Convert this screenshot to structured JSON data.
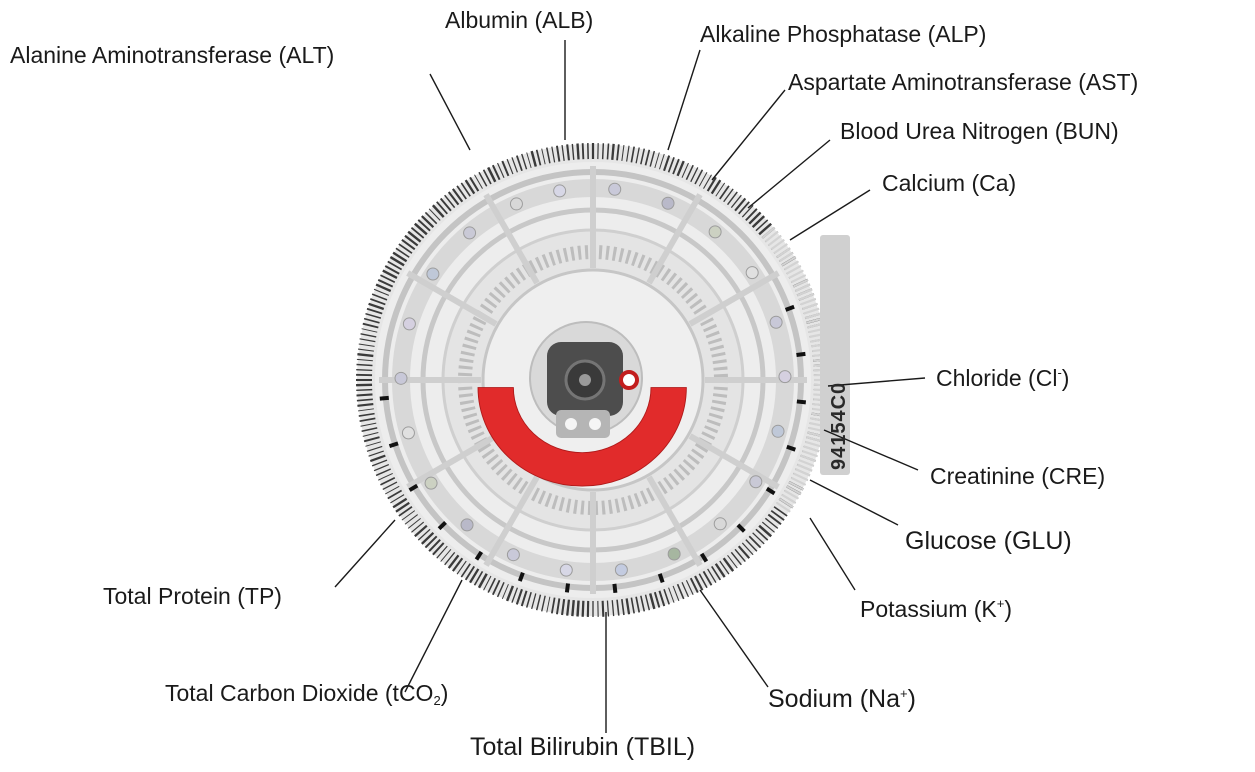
{
  "labels": {
    "alt": "Alanine Aminotransferase (ALT)",
    "alb": "Albumin (ALB)",
    "alp": "Alkaline Phosphatase (ALP)",
    "ast": "Aspartate Aminotransferase (AST)",
    "bun": "Blood Urea Nitrogen (BUN)",
    "ca": "Calcium (Ca)",
    "cl": "Chloride (Cl",
    "cl_sup": "-",
    "cl_close": ")",
    "cre": "Creatinine (CRE)",
    "glu": "Glucose (GLU)",
    "k": "Potassium (K",
    "k_sup": "+",
    "k_close": ")",
    "na": "Sodium (Na",
    "na_sup": "+",
    "na_close": ")",
    "tbil": "Total Bilirubin (TBIL)",
    "tco2": "Total Carbon Dioxide (tCO",
    "tco2_sub": "2",
    "tco2_close": ")",
    "tp": "Total Protein (TP)"
  },
  "disc": {
    "serial": "94154C0"
  },
  "colors": {
    "barcode_ring": "#3a3a3a",
    "disc_base": "#e9e9e9",
    "channel_gray": "#c9c9c9",
    "reagent_band": "#e12b2b",
    "hub": "#4a4a4a",
    "leader_line": "#1a1a1a"
  }
}
